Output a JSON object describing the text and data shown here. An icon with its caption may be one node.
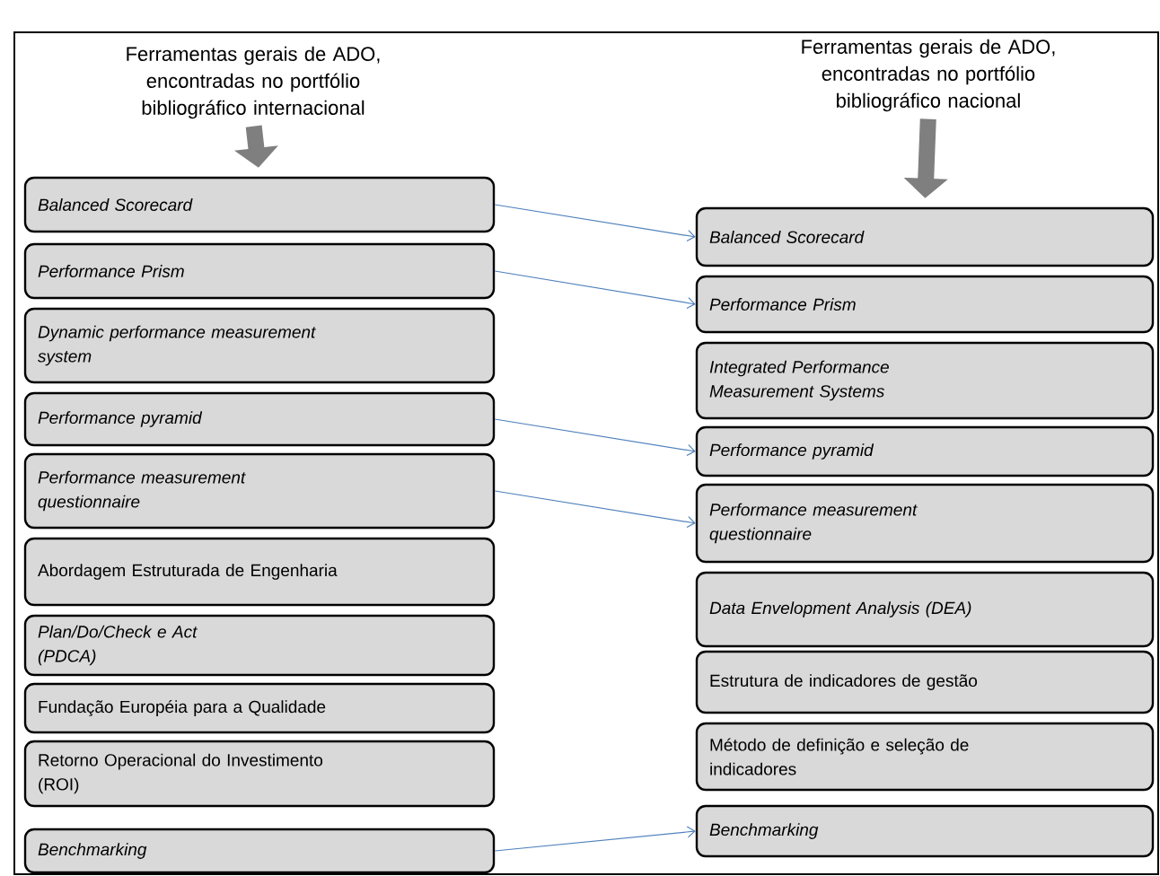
{
  "diagram": {
    "nodes": [
      {
        "text": [],
        "shape": "box"
      },
      {
        "text": [
          "Ferramentas gerais de ADO, encontradas no portfólio bibliográfico internacional"
        ],
        "in": 0
      },
      {
        "text": [
          "Balanced Scorecard"
        ],
        "in": 0
      },
      {
        "text": [
          "Performance Prism"
        ],
        "in": 0
      },
      {
        "text": [
          "Dynamic performance measurement system"
        ],
        "in": 0
      },
      {
        "text": [
          "Performance pyramid"
        ],
        "in": 0
      },
      {
        "text": [
          "Performance measurement questionnaire"
        ],
        "in": 0
      },
      {
        "text": [
          "Abordagem Estruturada de Engenharia"
        ],
        "in": 0
      },
      {
        "text": [
          "Plan/Do/Check e Act (PDCA)"
        ],
        "in": 0
      },
      {
        "text": [
          "Fundação Européia para a Qualidade"
        ],
        "in": 0
      },
      {
        "text": [
          "Retorno Operacional do Investimento (ROI)"
        ],
        "in": 0
      },
      {
        "text": [
          "Benchmarking"
        ],
        "in": 0
      },
      {
        "text": [
          "Ferramentas gerais de ADO, encontradas no portfólio bibliográfico nacional"
        ],
        "in": 0
      },
      {
        "text": [
          "Balanced Scorecard"
        ],
        "in": 0
      },
      {
        "text": [
          "Performance Prism"
        ],
        "in": 0
      },
      {
        "text": [
          "Integrated Performance Measurement Systems"
        ],
        "in": 0
      },
      {
        "text": [
          "Performance pyramid"
        ],
        "in": 0
      },
      {
        "text": [
          "Performance measurement questionnaire"
        ],
        "in": 0
      },
      {
        "text": [
          "Data Envelopment Analysis (DEA)"
        ],
        "in": 0
      },
      {
        "text": [
          "Estrutura de indicadores de gestão"
        ],
        "in": 0
      },
      {
        "text": [
          "Método de definição e seleção de indicadores"
        ],
        "in": 0
      },
      {
        "text": [
          "Benchmarking"
        ],
        "in": 0
      }
    ],
    "edges": [
      {
        "from": 1,
        "to": 2,
        "arrow": "to",
        "style": "thick",
        "color": "#7f7f7f"
      },
      {
        "from": 12,
        "to": 13,
        "arrow": "to",
        "style": "thick",
        "color": "#7f7f7f"
      },
      {
        "from": 2,
        "to": 13,
        "arrow": "to"
      },
      {
        "from": 3,
        "to": 14,
        "arrow": "to"
      },
      {
        "from": 5,
        "to": 16,
        "arrow": "to"
      },
      {
        "from": 6,
        "to": 17,
        "arrow": "to"
      },
      {
        "from": 11,
        "to": 21,
        "arrow": "to"
      }
    ]
  }
}
